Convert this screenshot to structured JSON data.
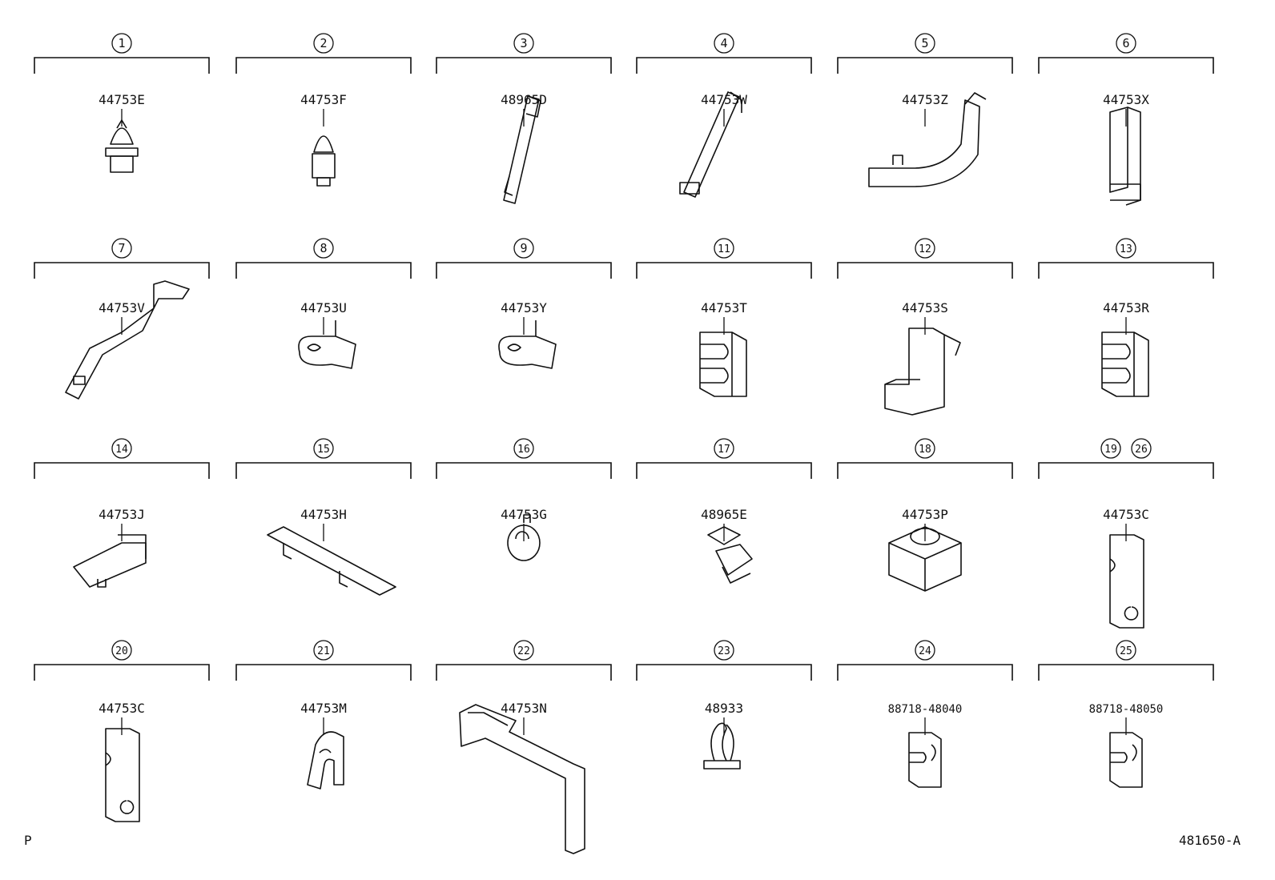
{
  "cells": [
    {
      "numbers": [
        "1"
      ],
      "part": "44753E",
      "shape": "push-clip-round"
    },
    {
      "numbers": [
        "2"
      ],
      "part": "44753F",
      "shape": "push-clip-slim"
    },
    {
      "numbers": [
        "3"
      ],
      "part": "48965D",
      "shape": "long-strip-clamp"
    },
    {
      "numbers": [
        "4"
      ],
      "part": "44753W",
      "shape": "angled-strip-clamp"
    },
    {
      "numbers": [
        "5"
      ],
      "part": "44753Z",
      "shape": "curved-bracket-clamp"
    },
    {
      "numbers": [
        "6"
      ],
      "part": "44753X",
      "shape": "vertical-pin-clamp"
    },
    {
      "numbers": [
        "7"
      ],
      "part": "44753V",
      "shape": "long-bent-bracket"
    },
    {
      "numbers": [
        "8"
      ],
      "part": "44753U",
      "shape": "side-hose-clamp"
    },
    {
      "numbers": [
        "9"
      ],
      "part": "44753Y",
      "shape": "side-hose-clamp-2"
    },
    {
      "numbers": [
        "11"
      ],
      "part": "44753T",
      "shape": "double-tube-clamp"
    },
    {
      "numbers": [
        "12"
      ],
      "part": "44753S",
      "shape": "step-bracket-clamp"
    },
    {
      "numbers": [
        "13"
      ],
      "part": "44753R",
      "shape": "double-tube-clamp-2"
    },
    {
      "numbers": [
        "14"
      ],
      "part": "44753J",
      "shape": "flat-plate-clamp"
    },
    {
      "numbers": [
        "15"
      ],
      "part": "44753H",
      "shape": "long-rail-clamp"
    },
    {
      "numbers": [
        "16"
      ],
      "part": "44753G",
      "shape": "round-hose-clip"
    },
    {
      "numbers": [
        "17"
      ],
      "part": "48965E",
      "shape": "twin-loop-clip"
    },
    {
      "numbers": [
        "18"
      ],
      "part": "44753P",
      "shape": "round-block-clamp"
    },
    {
      "numbers": [
        "19",
        "26"
      ],
      "part": "44753C",
      "shape": "tall-block-clamp"
    },
    {
      "numbers": [
        "20"
      ],
      "part": "44753C",
      "shape": "tall-block-clamp-2"
    },
    {
      "numbers": [
        "21"
      ],
      "part": "44753M",
      "shape": "hook-clip"
    },
    {
      "numbers": [
        "22"
      ],
      "part": "44753N",
      "shape": "long-l-bracket"
    },
    {
      "numbers": [
        "23"
      ],
      "part": "48933",
      "shape": "spring-clip"
    },
    {
      "numbers": [
        "24"
      ],
      "part": "88718-48040",
      "shape": "small-pipe-clamp"
    },
    {
      "numbers": [
        "25"
      ],
      "part": "88718-48050",
      "shape": "small-pipe-clamp-2"
    }
  ],
  "page_letter": "P",
  "diagram_code": "481650-A",
  "colors": {
    "ink": "#111111",
    "paper": "#ffffff"
  }
}
